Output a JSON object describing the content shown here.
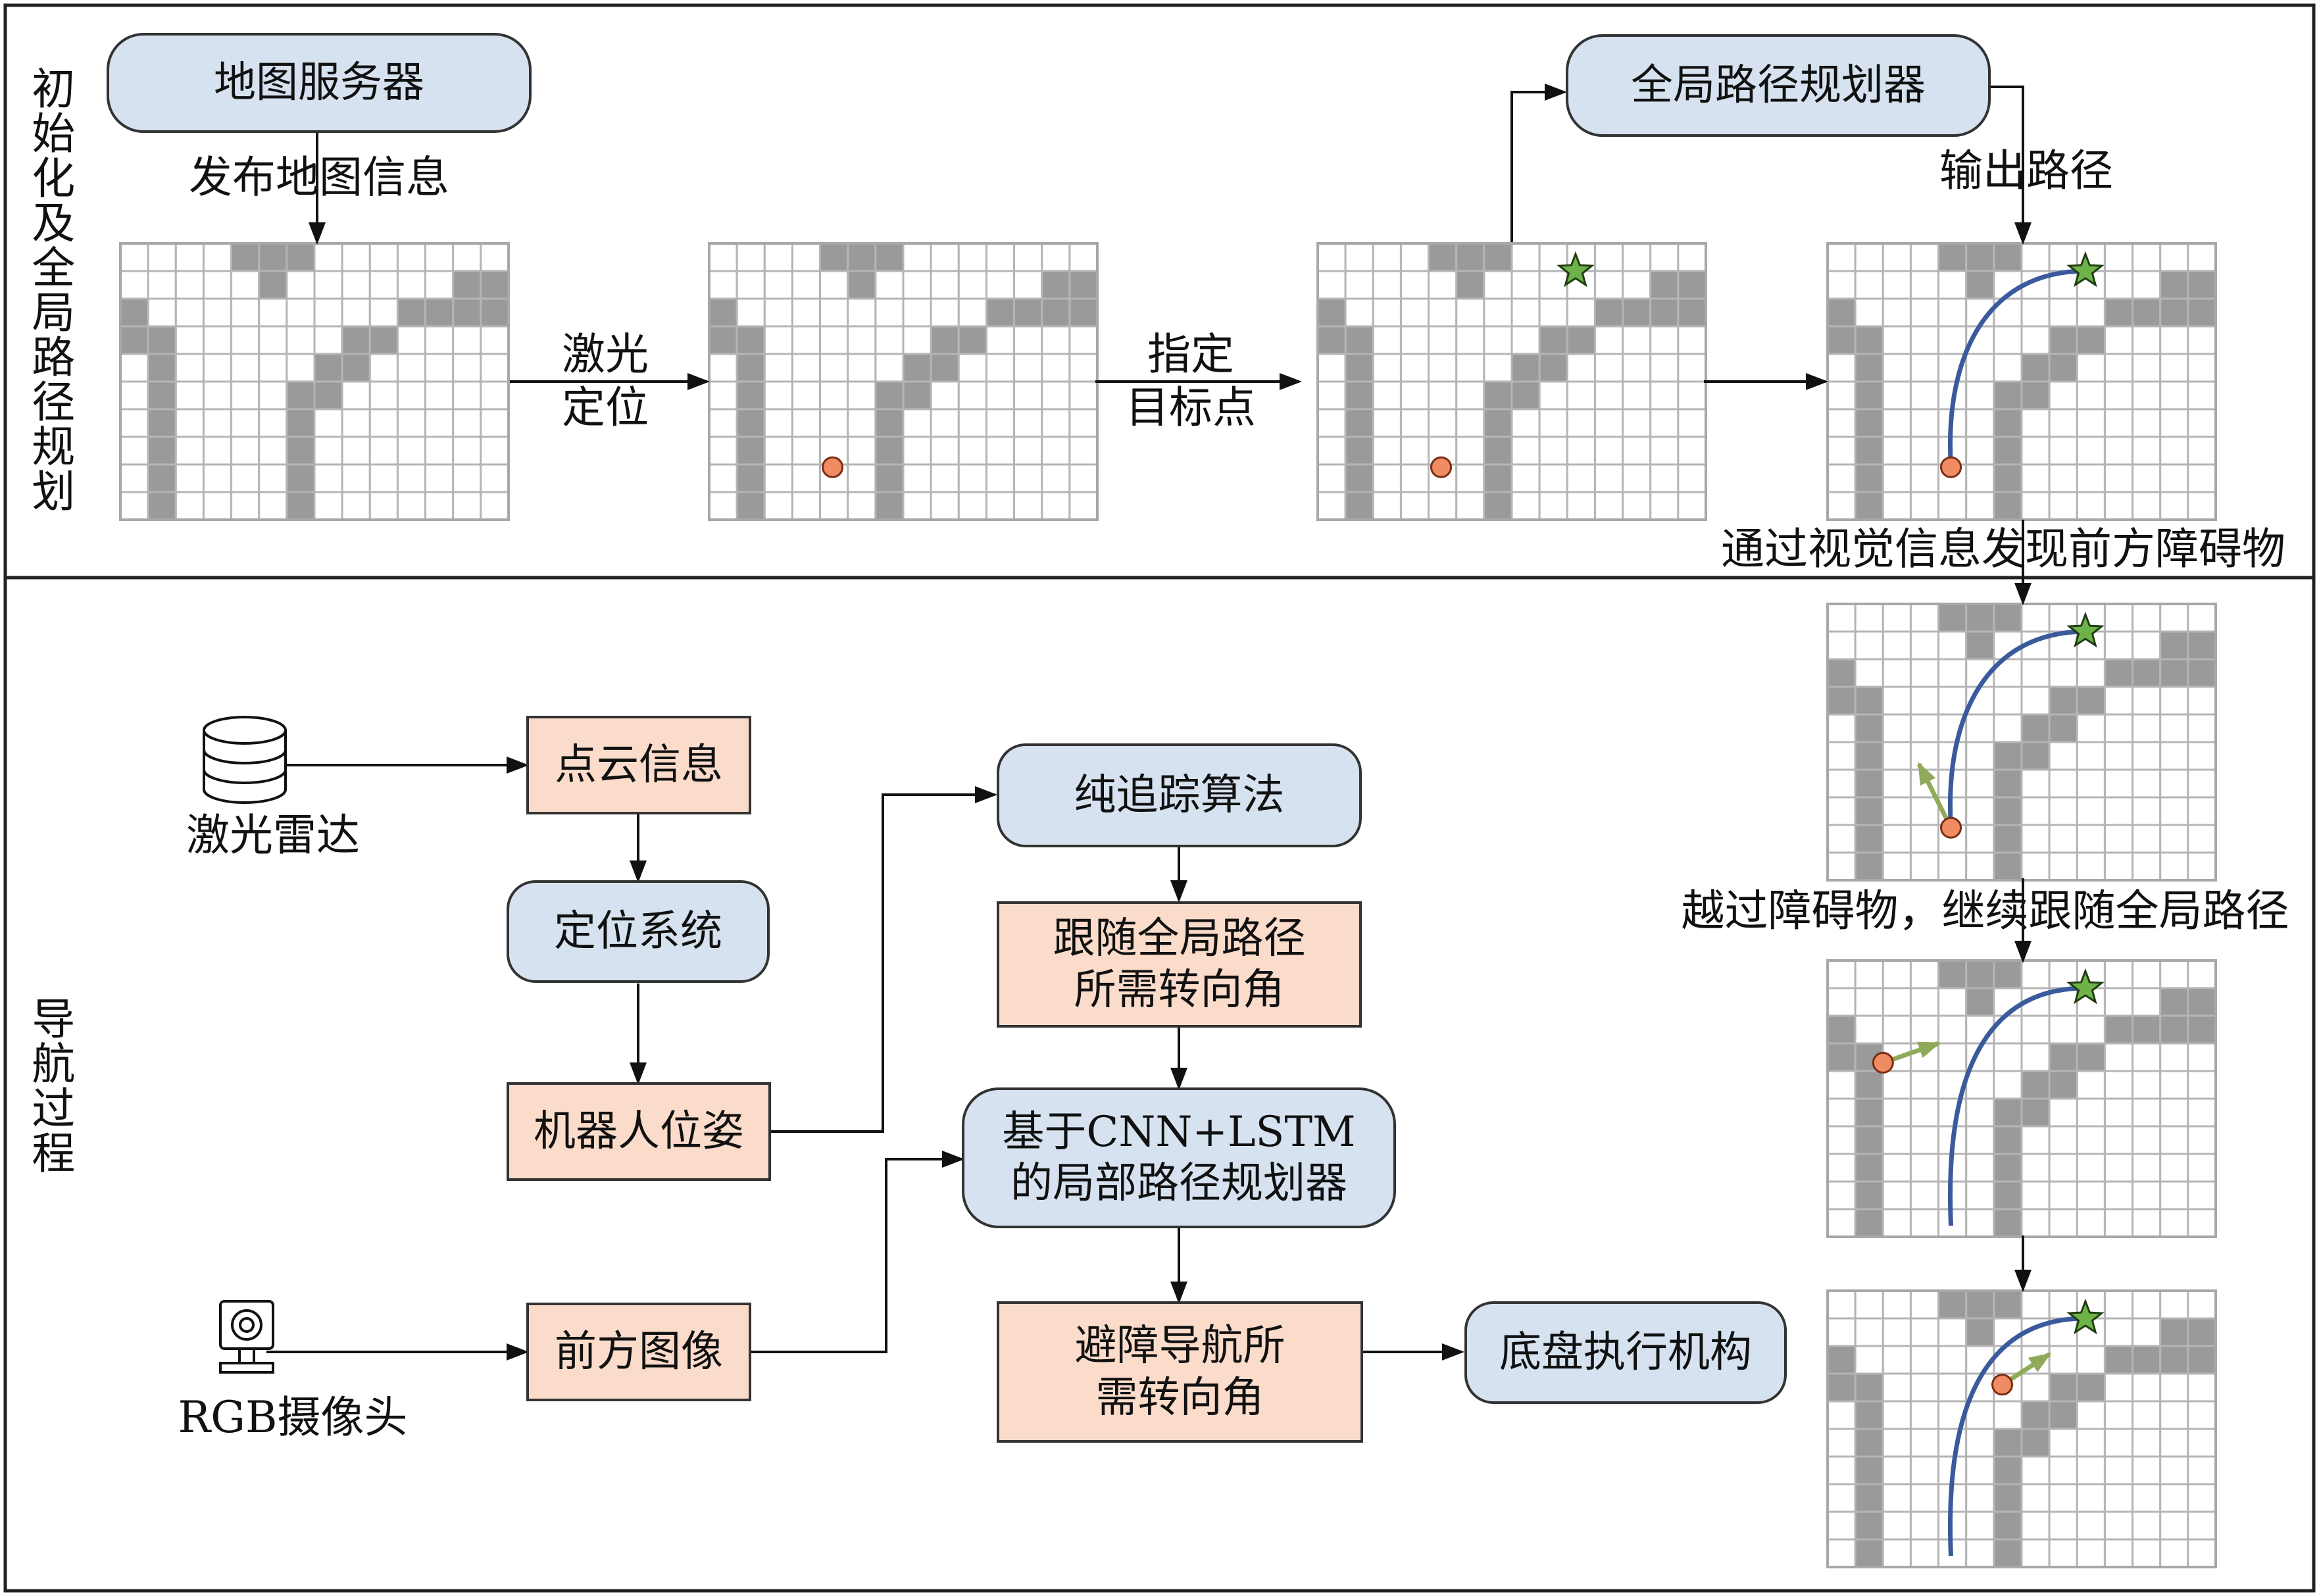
{
  "sections": {
    "init": "初始化及全局路径规划",
    "nav": "导航过程"
  },
  "nodes": {
    "map_server": "地图服务器",
    "global_planner": "全局路径规划器",
    "point_cloud": "点云信息",
    "localization": "定位系统",
    "robot_pose": "机器人位姿",
    "pure_pursuit": "纯追踪算法",
    "follow_angle": "跟随全局路径\n所需转向角",
    "local_planner": "基于CNN+LSTM\n的局部路径规划器",
    "front_image": "前方图像",
    "avoid_angle": "避障导航所\n需转向角",
    "chassis": "底盘执行机构"
  },
  "labels": {
    "publish_map": "发布地图信息",
    "laser_loc": "激光\n定位",
    "set_goal": "指定\n目标点",
    "output_path": "输出路径",
    "lidar": "激光雷达",
    "rgb_camera": "RGB摄像头",
    "see_obstacle": "通过视觉信息发现前方障碍物",
    "pass_obstacle": "越过障碍物，继续跟随全局路径"
  },
  "colors": {
    "blue_box": "#d6e2ef",
    "orange_box": "#fbdccb",
    "grid_cell": "#9a9a9a",
    "path": "#3a5a9c",
    "robot": "#ef8c63",
    "goal": "#6fb24a",
    "heading_arrow": "#8faa5a"
  }
}
